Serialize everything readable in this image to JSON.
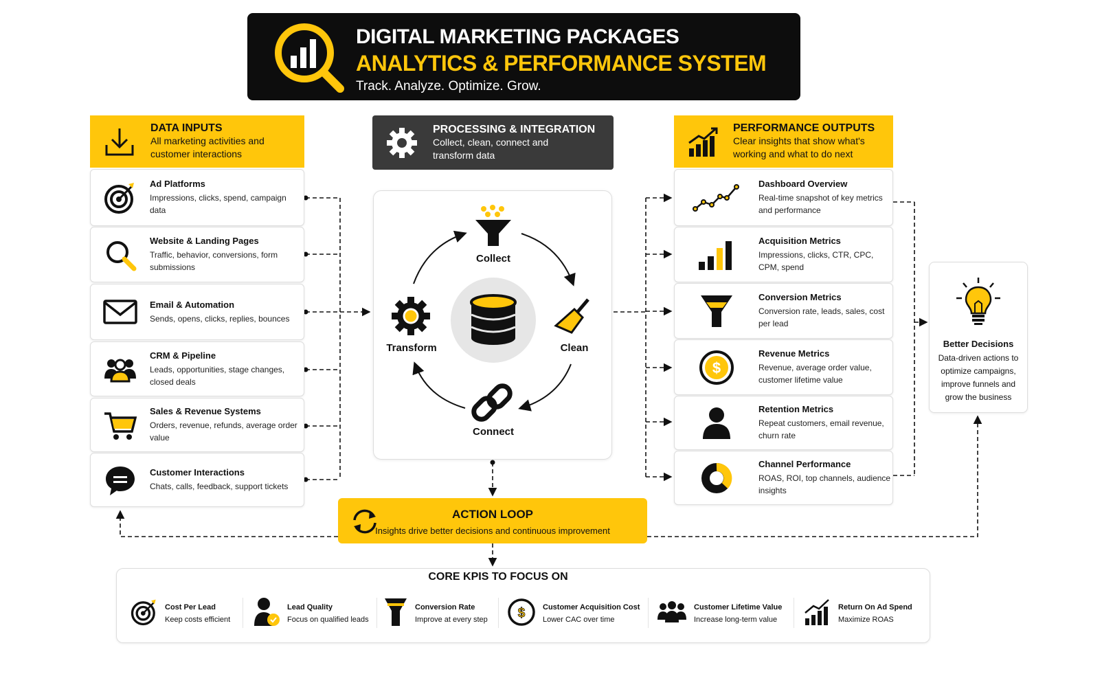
{
  "header": {
    "line1": "DIGITAL MARKETING PACKAGES",
    "line2": "ANALYTICS & PERFORMANCE SYSTEM",
    "tagline": "Track. Analyze. Optimize. Grow."
  },
  "colors": {
    "accent": "#FFC60B",
    "dark": "#0d0d0d",
    "panel": "#3a3a3a"
  },
  "inputs": {
    "title": "DATA INPUTS",
    "subtitle": "All marketing activities and customer interactions",
    "items": [
      {
        "name": "Ad Platforms",
        "desc": "Impressions, clicks, spend, campaign data",
        "icon": "target-icon"
      },
      {
        "name": "Website & Landing Pages",
        "desc": "Traffic, behavior, conversions, form submissions",
        "icon": "magnifier-icon"
      },
      {
        "name": "Email & Automation",
        "desc": "Sends, opens, clicks, replies, bounces",
        "icon": "envelope-icon"
      },
      {
        "name": "CRM & Pipeline",
        "desc": "Leads, opportunities, stage changes, closed deals",
        "icon": "team-icon"
      },
      {
        "name": "Sales & Revenue Systems",
        "desc": "Orders, revenue, refunds, average order value",
        "icon": "cart-icon"
      },
      {
        "name": "Customer Interactions",
        "desc": "Chats, calls, feedback, support tickets",
        "icon": "chat-icon"
      }
    ]
  },
  "processing": {
    "title": "PROCESSING & INTEGRATION",
    "subtitle": "Collect, clean, connect and transform data",
    "steps": {
      "collect": "Collect",
      "clean": "Clean",
      "connect": "Connect",
      "transform": "Transform"
    }
  },
  "outputs": {
    "title": "PERFORMANCE OUTPUTS",
    "subtitle": "Clear insights that show what's working and what to do next",
    "items": [
      {
        "name": "Dashboard Overview",
        "desc": "Real-time snapshot of key metrics and performance",
        "icon": "line-chart-icon"
      },
      {
        "name": "Acquisition Metrics",
        "desc": "Impressions, clicks, CTR, CPC, CPM, spend",
        "icon": "bar-chart-icon"
      },
      {
        "name": "Conversion Metrics",
        "desc": "Conversion rate, leads, sales, cost per lead",
        "icon": "funnel-icon"
      },
      {
        "name": "Revenue Metrics",
        "desc": "Revenue, average order value, customer lifetime value",
        "icon": "dollar-coin-icon"
      },
      {
        "name": "Retention Metrics",
        "desc": "Repeat customers, email revenue, churn rate",
        "icon": "person-icon"
      },
      {
        "name": "Channel Performance",
        "desc": "ROAS, ROI, top channels, audience insights",
        "icon": "donut-chart-icon"
      }
    ]
  },
  "better": {
    "title": "Better Decisions",
    "desc": "Data-driven actions to optimize campaigns, improve funnels and grow the business"
  },
  "loop": {
    "title": "ACTION LOOP",
    "desc": "Insights drive better decisions and continuous improvement"
  },
  "kpis": {
    "title": "CORE KPIS TO FOCUS ON",
    "items": [
      {
        "name": "Cost Per Lead",
        "desc": "Keep costs efficient"
      },
      {
        "name": "Lead Quality",
        "desc": "Focus on qualified leads"
      },
      {
        "name": "Conversion Rate",
        "desc": "Improve at every step"
      },
      {
        "name": "Customer Acquisition Cost",
        "desc": "Lower CAC over time"
      },
      {
        "name": "Customer Lifetime Value",
        "desc": "Increase long-term value"
      },
      {
        "name": "Return On Ad Spend",
        "desc": "Maximize ROAS"
      }
    ]
  }
}
